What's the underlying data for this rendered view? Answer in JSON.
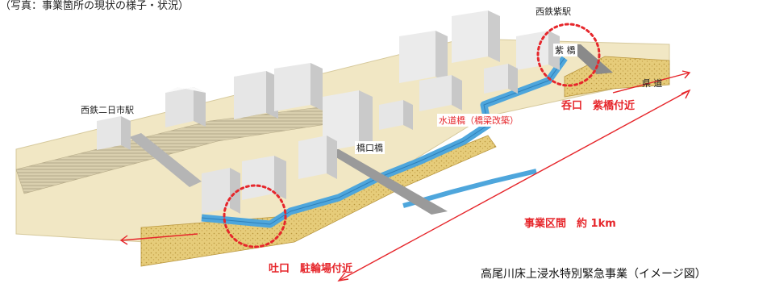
{
  "header": {
    "text": "（写真：事業箇所の現状の様子・状況）"
  },
  "stations": {
    "shiraki": "西鉄紫駅",
    "futsukaichi": "西鉄二日市駅"
  },
  "bridges": {
    "murasaki": "紫 橋",
    "hashiguchi": "橋口橋",
    "suidou": "水道橋（橋梁改築）"
  },
  "road": {
    "prefectural": "県 道"
  },
  "annotations": {
    "intake": "呑口　紫橋付近",
    "outlet": "吐口　駐輪場付近",
    "section": "事業区間　約 1km"
  },
  "caption": "高尾川床上浸水特別緊急事業（イメージ図）",
  "colors": {
    "ground": "#f1e7c4",
    "river": "#4ea6dc",
    "bank": "#e3c76f",
    "building": "#f2f2f2",
    "accent_red": "#e6262b"
  }
}
